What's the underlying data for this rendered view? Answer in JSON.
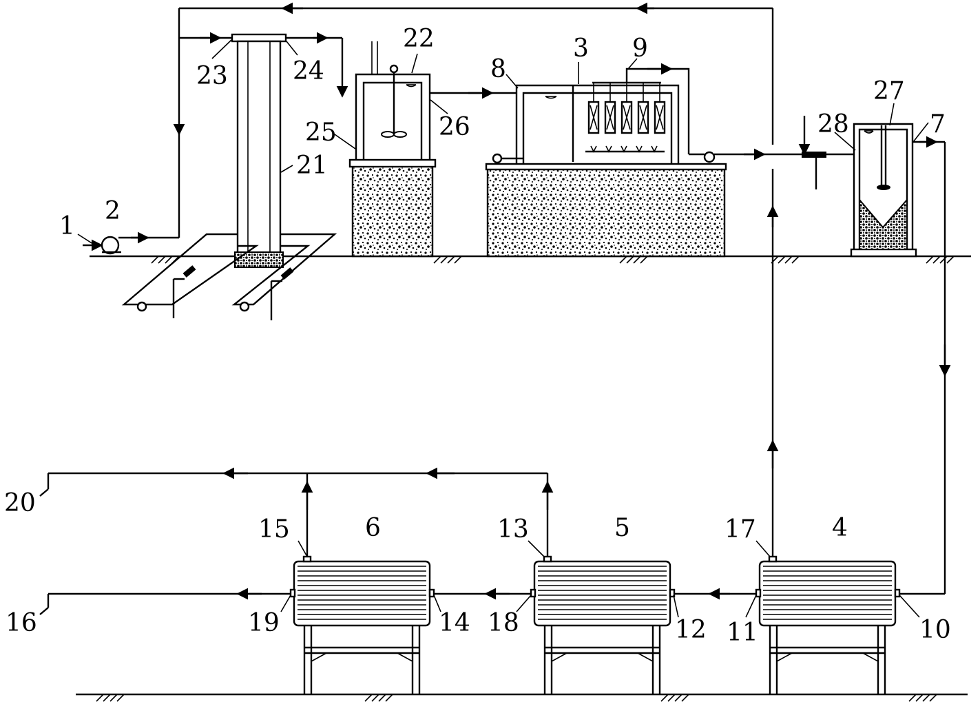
{
  "diagram": {
    "labels": {
      "l1": "1",
      "l2": "2",
      "l3": "3",
      "l4": "4",
      "l5": "5",
      "l6": "6",
      "l7": "7",
      "l8": "8",
      "l9": "9",
      "l10": "10",
      "l11": "11",
      "l12": "12",
      "l13": "13",
      "l14": "14",
      "l15": "15",
      "l16": "16",
      "l17": "17",
      "l18": "18",
      "l19": "19",
      "l20": "20",
      "l21": "21",
      "l22": "22",
      "l23": "23",
      "l24": "24",
      "l25": "25",
      "l26": "26",
      "l27": "27",
      "l28": "28"
    }
  }
}
